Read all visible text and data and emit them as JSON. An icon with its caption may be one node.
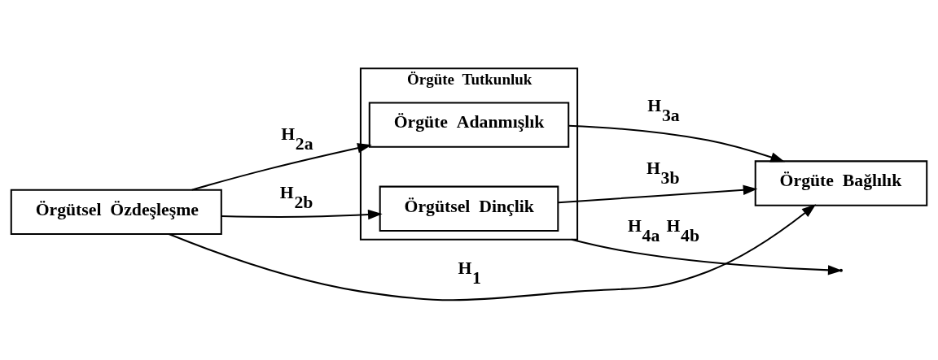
{
  "diagram": {
    "nodes": [
      {
        "text": [
          "Örgütsel Özdeşleşme"
        ]
      },
      {
        "text": [
          "Örgüte Tutkunluk"
        ]
      },
      {
        "text": [
          "Örgüte Adanmışlık"
        ],
        "in": 1
      },
      {
        "text": [
          "Örgütsel Dinçlik"
        ],
        "in": 1
      },
      {
        "text": [
          "Örgüte Bağlılık"
        ]
      }
    ],
    "edges": [
      {
        "from": 0,
        "to": 2,
        "arrow": "to",
        "label": "H$_{2a}$"
      },
      {
        "from": 0,
        "to": 3,
        "arrow": "to",
        "label": "H$_{2b}$"
      },
      {
        "from": 2,
        "to": 4,
        "arrow": "to",
        "label": "H$_{3a}$"
      },
      {
        "from": 3,
        "to": 4,
        "arrow": "to",
        "label": "H$_{3b}$"
      },
      {
        "from": 0,
        "to": 4,
        "arrow": "to",
        "label": "H$_{1}$"
      },
      {
        "from": 1,
        "to": null,
        "arrow": "to",
        "label": "H$_{4a}$ H$_{4b}$"
      }
    ]
  }
}
